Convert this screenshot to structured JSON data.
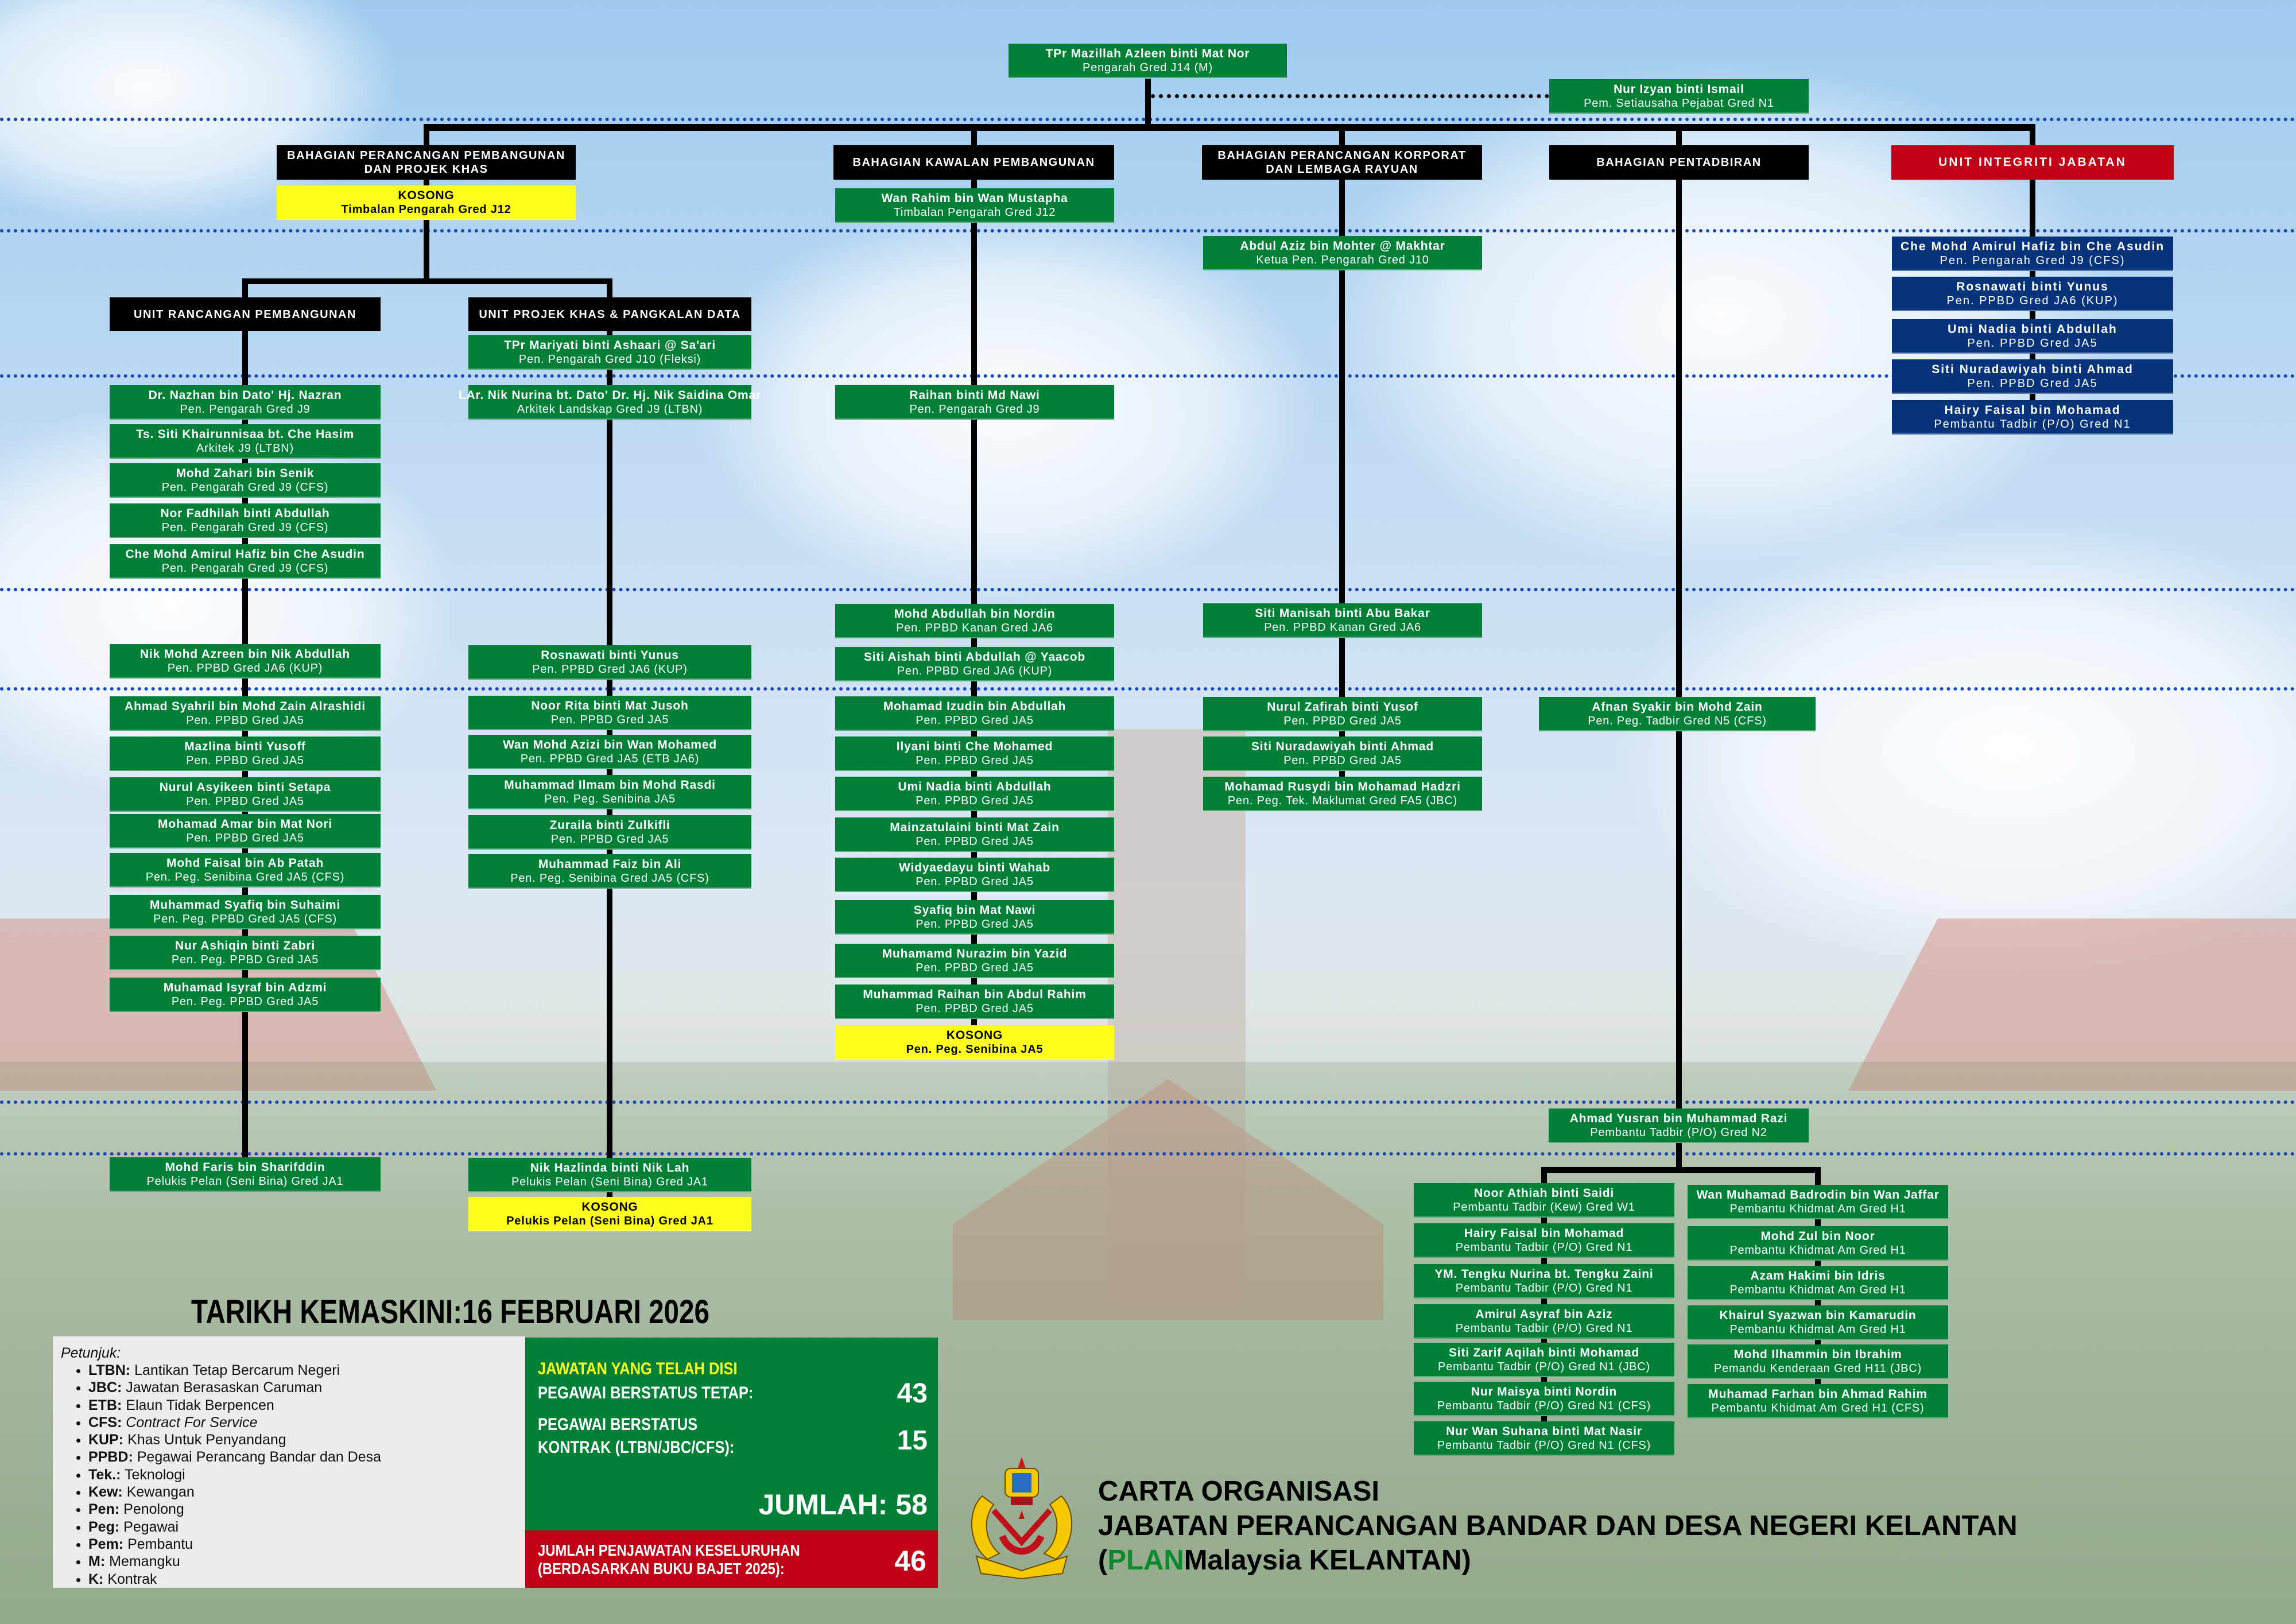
{
  "top": {
    "director": {
      "name": "TPr Mazillah Azleen binti Mat Nor",
      "title": "Pengarah Gred J14 (M)"
    },
    "secretary": {
      "name": "Nur Izyan binti Ismail",
      "title": "Pem. Setiausaha Pejabat Gred N1"
    }
  },
  "divisions": {
    "bpp": {
      "header": "BAHAGIAN PERANCANGAN PEMBANGUNAN\nDAN PROJEK KHAS",
      "deputy": {
        "name": "KOSONG",
        "title": "Timbalan Pengarah Gred J12"
      },
      "units": [
        {
          "header": "UNIT RANCANGAN PEMBANGUNAN",
          "staff": [
            {
              "name": "Dr. Nazhan bin Dato' Hj. Nazran",
              "title": "Pen. Pengarah Gred J9"
            },
            {
              "name": "Ts. Siti Khairunnisaa bt. Che Hasim",
              "title": "Arkitek J9 (LTBN)"
            },
            {
              "name": "Mohd Zahari bin Senik",
              "title": "Pen. Pengarah Gred J9 (CFS)"
            },
            {
              "name": "Nor Fadhilah binti Abdullah",
              "title": "Pen. Pengarah Gred J9 (CFS)"
            },
            {
              "name": "Che Mohd Amirul Hafiz bin Che Asudin",
              "title": "Pen. Pengarah Gred J9 (CFS)"
            },
            {
              "name": "Nik Mohd Azreen bin Nik Abdullah",
              "title": "Pen. PPBD Gred JA6 (KUP)"
            },
            {
              "name": "Ahmad Syahril bin Mohd Zain Alrashidi",
              "title": "Pen. PPBD Gred JA5"
            },
            {
              "name": "Mazlina binti Yusoff",
              "title": "Pen. PPBD Gred JA5"
            },
            {
              "name": "Nurul Asyikeen binti Setapa",
              "title": "Pen. PPBD Gred JA5"
            },
            {
              "name": "Mohamad Amar bin Mat Nori",
              "title": "Pen. PPBD Gred JA5"
            },
            {
              "name": "Mohd Faisal bin Ab Patah",
              "title": "Pen. Peg. Senibina Gred JA5 (CFS)"
            },
            {
              "name": "Muhammad Syafiq bin Suhaimi",
              "title": "Pen. Peg. PPBD Gred JA5 (CFS)"
            },
            {
              "name": "Nur Ashiqin binti Zabri",
              "title": "Pen. Peg. PPBD Gred JA5"
            },
            {
              "name": "Muhamad Isyraf bin Adzmi",
              "title": "Pen. Peg. PPBD Gred JA5"
            },
            {
              "name": "Mohd Faris bin Sharifddin",
              "title": "Pelukis Pelan (Seni Bina) Gred JA1"
            }
          ]
        },
        {
          "header": "UNIT PROJEK KHAS & PANGKALAN DATA",
          "staff": [
            {
              "name": "TPr Mariyati binti Ashaari @ Sa'ari",
              "title": "Pen. Pengarah Gred J10 (Fleksi)"
            },
            {
              "name": "LAr. Nik Nurina bt. Dato' Dr. Hj. Nik Saidina Omar",
              "title": "Arkitek Landskap Gred J9 (LTBN)"
            },
            {
              "name": "Rosnawati binti Yunus",
              "title": "Pen. PPBD Gred JA6 (KUP)"
            },
            {
              "name": "Noor Rita binti Mat Jusoh",
              "title": "Pen. PPBD Gred JA5"
            },
            {
              "name": "Wan Mohd Azizi bin Wan Mohamed",
              "title": "Pen. PPBD Gred JA5 (ETB JA6)"
            },
            {
              "name": "Muhammad Ilmam bin Mohd Rasdi",
              "title": "Pen. Peg. Senibina JA5"
            },
            {
              "name": "Zuraila binti Zulkifli",
              "title": "Pen. PPBD Gred JA5"
            },
            {
              "name": "Muhammad Faiz bin Ali",
              "title": "Pen. Peg. Senibina Gred JA5 (CFS)"
            },
            {
              "name": "Nik Hazlinda binti Nik Lah",
              "title": "Pelukis Pelan (Seni Bina) Gred JA1"
            },
            {
              "name": "KOSONG",
              "title": "Pelukis Pelan (Seni Bina) Gred JA1"
            }
          ]
        }
      ]
    },
    "bkp": {
      "header": "BAHAGIAN KAWALAN PEMBANGUNAN",
      "staff": [
        {
          "name": "Wan Rahim bin Wan Mustapha",
          "title": "Timbalan Pengarah Gred J12"
        },
        {
          "name": "Raihan binti Md Nawi",
          "title": "Pen. Pengarah Gred J9"
        },
        {
          "name": "Mohd Abdullah bin Nordin",
          "title": "Pen. PPBD Kanan Gred JA6"
        },
        {
          "name": "Siti Aishah binti Abdullah @ Yaacob",
          "title": "Pen. PPBD Gred JA6 (KUP)"
        },
        {
          "name": "Mohamad Izudin bin Abdullah",
          "title": "Pen. PPBD Gred JA5"
        },
        {
          "name": "Ilyani binti Che Mohamed",
          "title": "Pen. PPBD Gred JA5"
        },
        {
          "name": "Umi Nadia binti Abdullah",
          "title": "Pen. PPBD Gred JA5"
        },
        {
          "name": "Mainzatulaini binti Mat Zain",
          "title": "Pen. PPBD Gred JA5"
        },
        {
          "name": "Widyaedayu binti Wahab",
          "title": "Pen. PPBD Gred JA5"
        },
        {
          "name": "Syafiq bin Mat Nawi",
          "title": "Pen. PPBD Gred JA5"
        },
        {
          "name": "Muhamamd Nurazim bin Yazid",
          "title": "Pen. PPBD Gred JA5"
        },
        {
          "name": "Muhammad Raihan bin Abdul Rahim",
          "title": "Pen. PPBD Gred JA5"
        },
        {
          "name": "KOSONG",
          "title": "Pen. Peg. Senibina JA5"
        }
      ]
    },
    "bpklr": {
      "header": "BAHAGIAN PERANCANGAN KORPORAT\nDAN LEMBAGA RAYUAN",
      "staff": [
        {
          "name": "Abdul Aziz bin Mohter @ Makhtar",
          "title": "Ketua Pen. Pengarah Gred J10"
        },
        {
          "name": "Siti Manisah binti Abu Bakar",
          "title": "Pen. PPBD Kanan Gred JA6"
        },
        {
          "name": "Nurul Zafirah binti Yusof",
          "title": "Pen. PPBD Gred JA5"
        },
        {
          "name": "Siti Nuradawiyah binti Ahmad",
          "title": "Pen. PPBD Gred JA5"
        },
        {
          "name": "Mohamad Rusydi bin Mohamad Hadzri",
          "title": "Pen. Peg. Tek. Maklumat Gred FA5 (JBC)"
        }
      ]
    },
    "bp": {
      "header": "BAHAGIAN PENTADBIRAN",
      "staff": [
        {
          "name": "Afnan Syakir bin Mohd Zain",
          "title": "Pen. Peg. Tadbir Gred N5 (CFS)"
        },
        {
          "name": "Ahmad Yusran bin Muhammad Razi",
          "title": "Pembantu Tadbir (P/O) Gred N2"
        }
      ],
      "left": [
        {
          "name": "Noor Athiah binti Saidi",
          "title": "Pembantu Tadbir (Kew) Gred W1"
        },
        {
          "name": "Hairy Faisal bin Mohamad",
          "title": "Pembantu Tadbir (P/O) Gred N1"
        },
        {
          "name": "YM. Tengku Nurina bt. Tengku Zaini",
          "title": "Pembantu Tadbir (P/O) Gred N1"
        },
        {
          "name": "Amirul Asyraf bin Aziz",
          "title": "Pembantu Tadbir (P/O) Gred N1"
        },
        {
          "name": "Siti Zarif Aqilah binti Mohamad",
          "title": "Pembantu Tadbir (P/O) Gred N1 (JBC)"
        },
        {
          "name": "Nur Maisya binti Nordin",
          "title": "Pembantu Tadbir (P/O) Gred N1 (CFS)"
        },
        {
          "name": "Nur Wan Suhana binti Mat Nasir",
          "title": "Pembantu Tadbir (P/O) Gred N1 (CFS)"
        }
      ],
      "right": [
        {
          "name": "Wan Muhamad Badrodin bin Wan Jaffar",
          "title": "Pembantu Khidmat Am Gred H1"
        },
        {
          "name": "Mohd Zul bin Noor",
          "title": "Pembantu Khidmat Am Gred H1"
        },
        {
          "name": "Azam Hakimi bin Idris",
          "title": "Pembantu Khidmat Am Gred H1"
        },
        {
          "name": "Khairul Syazwan bin Kamarudin",
          "title": "Pembantu Khidmat Am Gred H1"
        },
        {
          "name": "Mohd Ilhammin bin Ibrahim",
          "title": "Pemandu Kenderaan Gred H11 (JBC)"
        },
        {
          "name": "Muhamad Farhan bin Ahmad Rahim",
          "title": "Pembantu Khidmat Am Gred H1 (CFS)"
        }
      ]
    },
    "uij": {
      "header": "UNIT INTEGRITI JABATAN",
      "staff": [
        {
          "name": "Che Mohd Amirul Hafiz bin Che Asudin",
          "title": "Pen. Pengarah Gred J9 (CFS)"
        },
        {
          "name": "Rosnawati binti Yunus",
          "title": "Pen. PPBD Gred JA6 (KUP)"
        },
        {
          "name": "Umi Nadia binti Abdullah",
          "title": "Pen. PPBD Gred JA5"
        },
        {
          "name": "Siti Nuradawiyah binti Ahmad",
          "title": "Pen. PPBD Gred JA5"
        },
        {
          "name": "Hairy Faisal bin Mohamad",
          "title": "Pembantu Tadbir (P/O) Gred N1"
        }
      ]
    }
  },
  "updated": "TARIKH KEMASKINI:16 FEBRUARI 2026",
  "legend": {
    "heading": "Petunjuk:",
    "items": [
      {
        "abbr": "LTBN:",
        "desc": "Lantikan Tetap Bercarum Negeri"
      },
      {
        "abbr": "JBC:",
        "desc": "Jawatan Berasaskan Caruman"
      },
      {
        "abbr": "ETB:",
        "desc": "Elaun Tidak Berpencen"
      },
      {
        "abbr": "CFS:",
        "desc": "Contract For Service"
      },
      {
        "abbr": "KUP:",
        "desc": "Khas Untuk Penyandang"
      },
      {
        "abbr": "PPBD:",
        "desc": "Pegawai Perancang Bandar dan Desa"
      },
      {
        "abbr": "Tek.:",
        "desc": "Teknologi"
      },
      {
        "abbr": "Kew:",
        "desc": "Kewangan"
      },
      {
        "abbr": "Pen:",
        "desc": "Penolong"
      },
      {
        "abbr": "Peg:",
        "desc": "Pegawai"
      },
      {
        "abbr": "Pem:",
        "desc": "Pembantu"
      },
      {
        "abbr": "M:",
        "desc": "Memangku"
      },
      {
        "abbr": "K:",
        "desc": "Kontrak"
      }
    ]
  },
  "stats": {
    "heading": "JAWATAN YANG TELAH DISI",
    "permanent_label": "PEGAWAI BERSTATUS TETAP:",
    "permanent_value": "43",
    "contract_label_1": "PEGAWAI BERSTATUS",
    "contract_label_2": "KONTRAK (LTBN/JBC/CFS):",
    "contract_value": "15",
    "total_label": "JUMLAH:",
    "total_value": "58",
    "budget_label_1": "JUMLAH PENJAWATAN KESELURUHAN",
    "budget_label_2": "(BERDASARKAN BUKU BAJET 2025):",
    "budget_value": "46"
  },
  "title": {
    "line1": "CARTA ORGANISASI",
    "line2": "JABATAN PERANCANGAN BANDAR DAN DESA NEGERI KELANTAN",
    "line3_prefix": "(",
    "line3_brand": "PLAN",
    "line3_suffix": "Malaysia KELANTAN)"
  },
  "colors": {
    "filled": "#007f37",
    "vacant": "#ffff1c",
    "integrity": "#07337a",
    "integrity_header": "#c00015",
    "header": "#000000",
    "brand": "#0a8a2a"
  }
}
